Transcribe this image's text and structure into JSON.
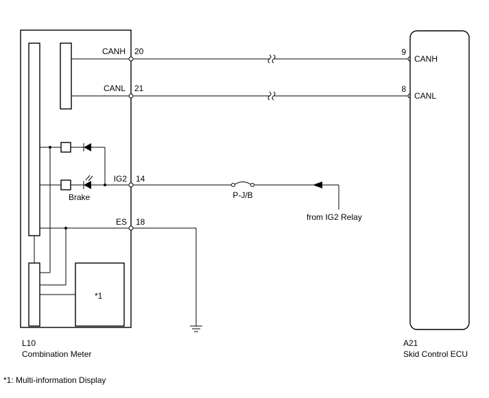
{
  "meter": {
    "code": "L10",
    "name": "Combination Meter",
    "pins": [
      {
        "signal": "CANH",
        "pin": "20"
      },
      {
        "signal": "CANL",
        "pin": "21"
      },
      {
        "signal": "IG2",
        "pin": "14"
      },
      {
        "signal": "ES",
        "pin": "18"
      }
    ],
    "brake_label": "Brake",
    "display_mark": "*1"
  },
  "ecu": {
    "code": "A21",
    "name": "Skid Control ECU",
    "pins": [
      {
        "pin": "9",
        "signal": "CANH"
      },
      {
        "pin": "8",
        "signal": "CANL"
      }
    ]
  },
  "fuse_label": "P-J/B",
  "relay_label": "from IG2 Relay",
  "footnote": "*1: Multi-information Display"
}
